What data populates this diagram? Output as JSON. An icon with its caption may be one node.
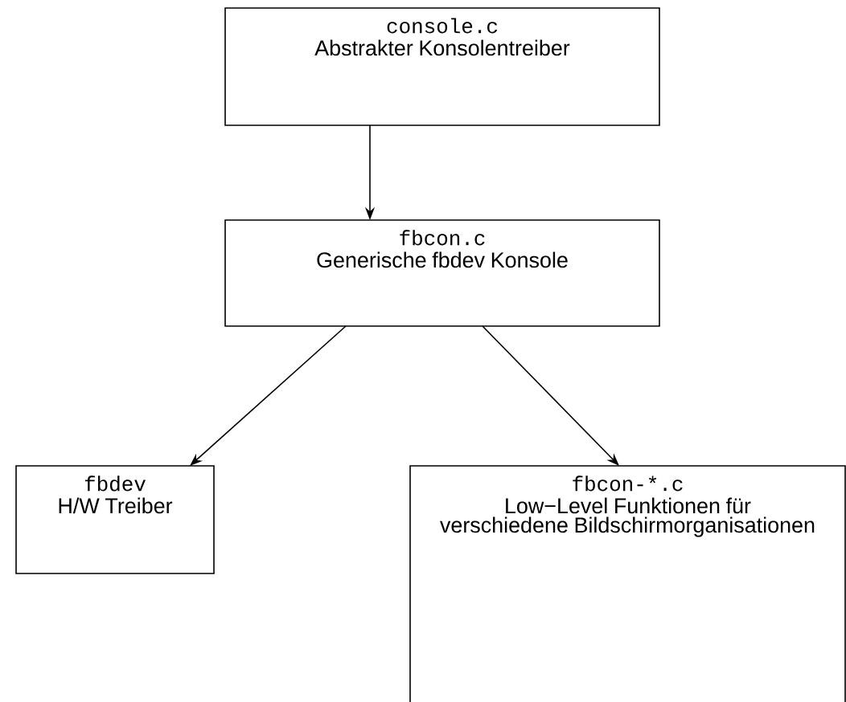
{
  "diagram": {
    "nodes": [
      {
        "text": [
          "console.c",
          "Abstrakter Konsolentreiber"
        ]
      },
      {
        "text": [
          "fbcon.c",
          "Generische fbdev Konsole"
        ]
      },
      {
        "text": [
          "fbdev",
          "H/W Treiber"
        ]
      },
      {
        "text": [
          "fbcon-*.c",
          "Low−Level Funktionen für verschiedene Bildschirmorganisationen"
        ]
      }
    ],
    "edges": [
      {
        "from": 0,
        "to": 1,
        "arrow": "to"
      },
      {
        "from": 1,
        "to": 2,
        "arrow": "to"
      },
      {
        "from": 1,
        "to": 3,
        "arrow": "to"
      }
    ]
  }
}
